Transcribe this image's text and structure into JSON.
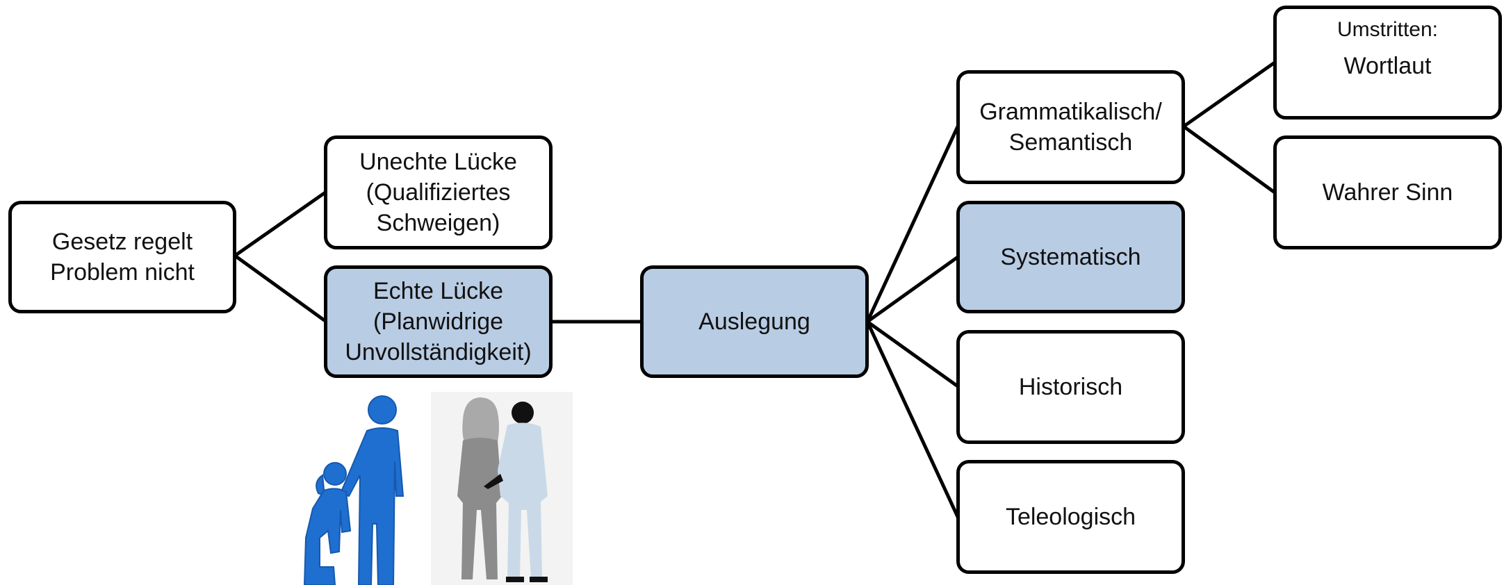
{
  "nodes": {
    "gesetz": {
      "lines": [
        "Gesetz regelt",
        "Problem nicht"
      ]
    },
    "unecht": {
      "lines": [
        "Unechte Lücke",
        "(Qualifiziertes",
        "Schweigen)"
      ]
    },
    "echt": {
      "lines": [
        "Echte Lücke",
        "(Planwidrige",
        "Unvollständigkeit)"
      ]
    },
    "auslegung": {
      "lines": [
        "Auslegung"
      ]
    },
    "grammatikalisch": {
      "lines": [
        "Grammatikalisch/",
        "Semantisch"
      ]
    },
    "systematisch": {
      "lines": [
        "Systematisch"
      ]
    },
    "historisch": {
      "lines": [
        "Historisch"
      ]
    },
    "teleologisch": {
      "lines": [
        "Teleologisch"
      ]
    },
    "wortlaut": {
      "lines": [
        "Umstritten:",
        "Wortlaut"
      ]
    },
    "wahrer_sinn": {
      "lines": [
        "Wahrer Sinn"
      ]
    }
  },
  "highlighted": [
    "echt",
    "auslegung",
    "systematisch"
  ],
  "colors": {
    "highlight_fill": "#b8cce4",
    "border": "#000000",
    "illustration_blue": "#1f6fd0",
    "silhouette_gray": "#8c8c8c",
    "silhouette_light": "#c9d9e8"
  },
  "illustrations": [
    {
      "name": "child-adult-pictogram",
      "color": "blue scribble"
    },
    {
      "name": "harassment-silhouette",
      "color": "gray and light blue"
    }
  ]
}
